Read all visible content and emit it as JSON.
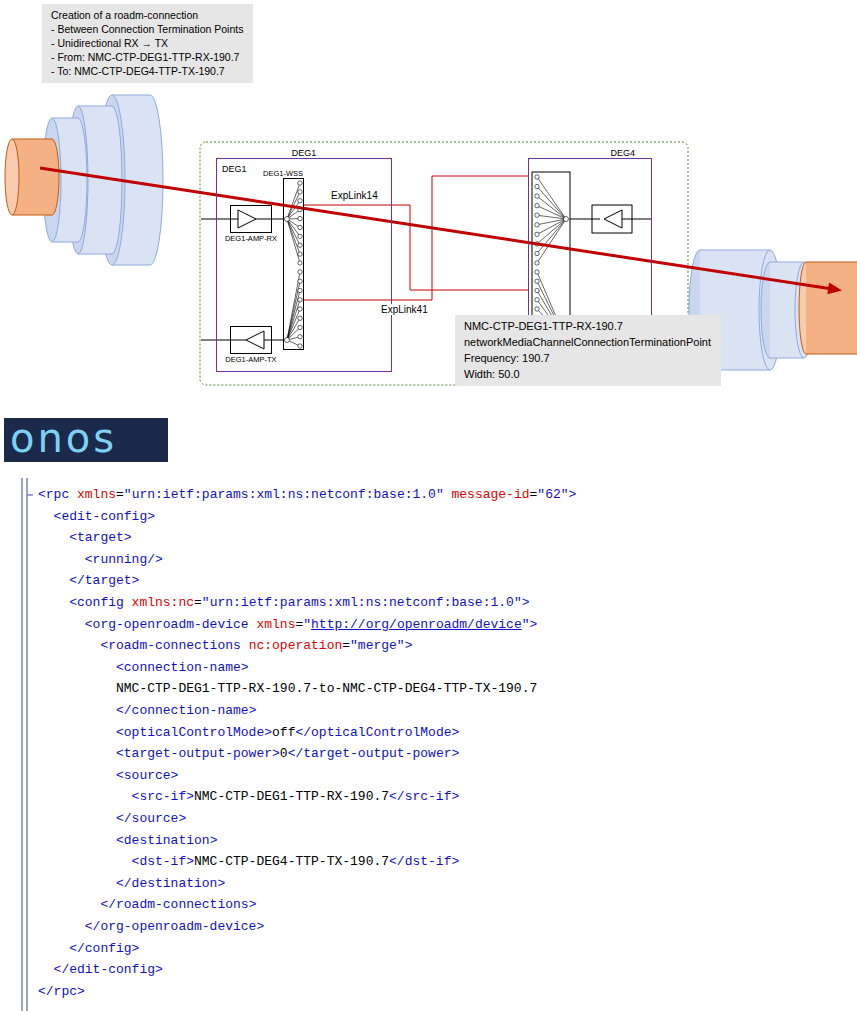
{
  "diagram": {
    "nodes": [
      {
        "text": [
          "Creation of a roadm-connection",
          "- Between Connection Termination Points",
          "- Unidirectional RX → TX",
          "- From: NMC-CTP-DEG1-TTP-RX-190.7",
          "- To: NMC-CTP-DEG4-TTP-TX-190.7"
        ]
      },
      {
        "text": [
          "DEG1",
          "DEG1"
        ]
      },
      {
        "text": [
          "DEG1-WSS"
        ],
        "in": 1
      },
      {
        "text": [
          "DEG1-AMP-RX"
        ],
        "in": 1
      },
      {
        "text": [
          "DEG1-AMP-TX"
        ],
        "in": 1
      },
      {
        "text": [
          "DEG4"
        ]
      },
      {
        "text": [
          "NMC-CTP-DEG1-TTP-RX-190.7",
          "networkMediaChannelConnectionTerminationPoint",
          "Frequency: 190.7",
          "Width: 50.0"
        ]
      }
    ],
    "edges": [
      {
        "from": 3,
        "to": 2,
        "arrow": "none"
      },
      {
        "from": 2,
        "to": 4,
        "arrow": "none"
      },
      {
        "from": 2,
        "to": 5,
        "label": "ExpLink14",
        "arrow": "none"
      },
      {
        "from": 5,
        "to": 2,
        "label": "ExpLink41",
        "arrow": "none"
      }
    ],
    "labels": [
      "onos",
      "<rpc xmlns=\"urn:ietf:params:xml:ns:netconf:base:1.0\" message-id=\"62\">",
      "<edit-config>",
      "<target>",
      "<running/>",
      "</target>",
      "<config xmlns:nc=\"urn:ietf:params:xml:ns:netconf:base:1.0\">",
      "<org-openroadm-device xmlns=\"http://org/openroadm/device\">",
      "<roadm-connections nc:operation=\"merge\">",
      "<connection-name>",
      "NMC-CTP-DEG1-TTP-RX-190.7-to-NMC-CTP-DEG4-TTP-TX-190.7",
      "</connection-name>",
      "<opticalControlMode>off</opticalControlMode>",
      "<target-output-power>0</target-output-power>",
      "<source>",
      "<src-if>NMC-CTP-DEG1-TTP-RX-190.7</src-if>",
      "</source>",
      "<destination>",
      "<dst-if>NMC-CTP-DEG4-TTP-TX-190.7</dst-if>",
      "</destination>",
      "</roadm-connections>",
      "</org-openroadm-device>",
      "</config>",
      "</edit-config>",
      "</rpc>"
    ]
  }
}
